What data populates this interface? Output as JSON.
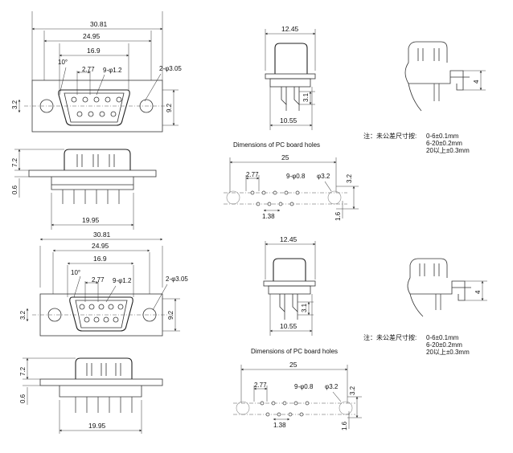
{
  "drawing_top": {
    "front": {
      "width_overall": "30.81",
      "width_shell": "24.95",
      "width_inner": "16.9",
      "angle": "10°",
      "pin_pitch": "2.77",
      "pin_dia": "9-φ1.2",
      "mount_holes": "2-φ3.05",
      "height_left": "3.2",
      "height_right": "9.2"
    },
    "bottom": {
      "height_top": "7.2",
      "height_flange": "0.6",
      "pin_span": "19.95"
    },
    "side": {
      "width_top": "12.45",
      "pin_offset": "3.1",
      "width_bottom": "10.55"
    },
    "detail": {
      "height": "4"
    },
    "note": {
      "label": "注：未公差尺寸按:",
      "line1": "0-6±0.1mm",
      "line2": "6-20±0.2mm",
      "line3": "20以上±0.3mm"
    },
    "pcb": {
      "title": "Dimensions of PC board holes",
      "span": "25",
      "pitch": "2.77",
      "holes": "9-φ0.8",
      "mount": "φ3.2",
      "height": "3.2",
      "offset": "1.6",
      "row_offset": "1.38"
    }
  },
  "drawing_bottom": {
    "front": {
      "width_overall": "30.81",
      "width_shell": "24.95",
      "width_inner": "16.9",
      "angle": "10°",
      "pin_pitch": "2.77",
      "pin_dia": "9-φ1.2",
      "mount_holes": "2-φ3.05",
      "height_left": "3.2",
      "height_right": "9.2"
    },
    "bottom": {
      "height_top": "7.2",
      "height_flange": "0.6",
      "pin_span": "19.95"
    },
    "side": {
      "width_top": "12.45",
      "pin_offset": "3.1",
      "width_bottom": "10.55"
    },
    "detail": {
      "height": "4"
    },
    "note": {
      "label": "注：未公差尺寸按:",
      "line1": "0-6±0.1mm",
      "line2": "6-20±0.2mm",
      "line3": "20以上±0.3mm"
    },
    "pcb": {
      "title": "Dimensions of PC board holes",
      "span": "25",
      "pitch": "2.77",
      "holes": "9-φ0.8",
      "mount": "φ3.2",
      "height": "3.2",
      "offset": "1.6",
      "row_offset": "1.38"
    }
  }
}
